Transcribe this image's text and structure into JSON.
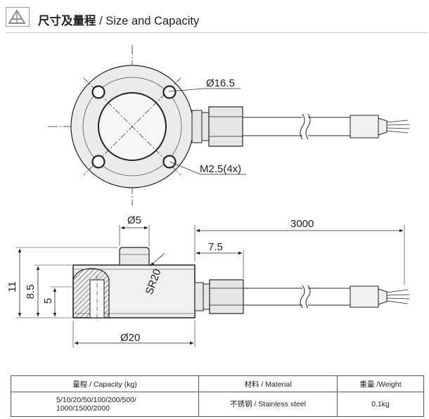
{
  "header": {
    "title_cn": "尺寸及量程",
    "title_sep": " / ",
    "title_en": "Size and Capacity"
  },
  "drawing": {
    "dim_flange_hole": "Ø16.5",
    "dim_thread": "M2.5(4x)",
    "dim_button_dia": "Ø5",
    "dim_cable_length": "3000",
    "dim_offset": "7.5",
    "dim_total_height": "11",
    "dim_body_height": "8.5",
    "dim_depth": "5",
    "dim_sphere_radius": "SR20",
    "dim_body_dia": "Ø20"
  },
  "spec_table": {
    "headers": [
      "量程 / Capacity (kg)",
      "材料 / Material",
      "重量 /Weight"
    ],
    "capacity_line1": "5/10/20/50/100/200/500/",
    "capacity_line2": "1000/1500/2000",
    "material": "不锈钢 / Stainless steel",
    "weight": "0.1kg"
  }
}
